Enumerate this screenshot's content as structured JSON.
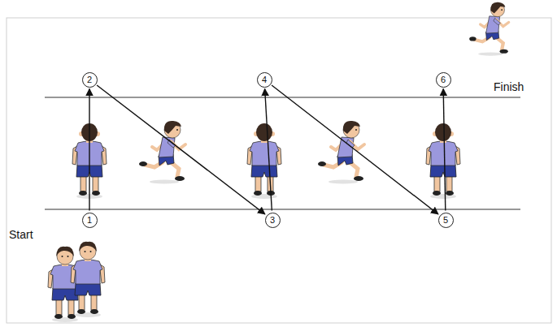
{
  "diagram": {
    "nodes": [
      {
        "text": [
          "1"
        ]
      },
      {
        "text": [
          "2"
        ]
      },
      {
        "text": [
          "3"
        ]
      },
      {
        "text": [
          "4"
        ]
      },
      {
        "text": [
          "5"
        ]
      },
      {
        "text": [
          "6"
        ]
      }
    ],
    "edges": [
      {
        "from": 0,
        "to": 1,
        "arrow": "to"
      },
      {
        "from": 1,
        "to": 2,
        "arrow": "to"
      },
      {
        "from": 2,
        "to": 3,
        "arrow": "to"
      },
      {
        "from": 3,
        "to": 4,
        "arrow": "to"
      },
      {
        "from": 4,
        "to": 5,
        "arrow": "to"
      }
    ],
    "labels": [
      "Start",
      "Finish"
    ]
  }
}
